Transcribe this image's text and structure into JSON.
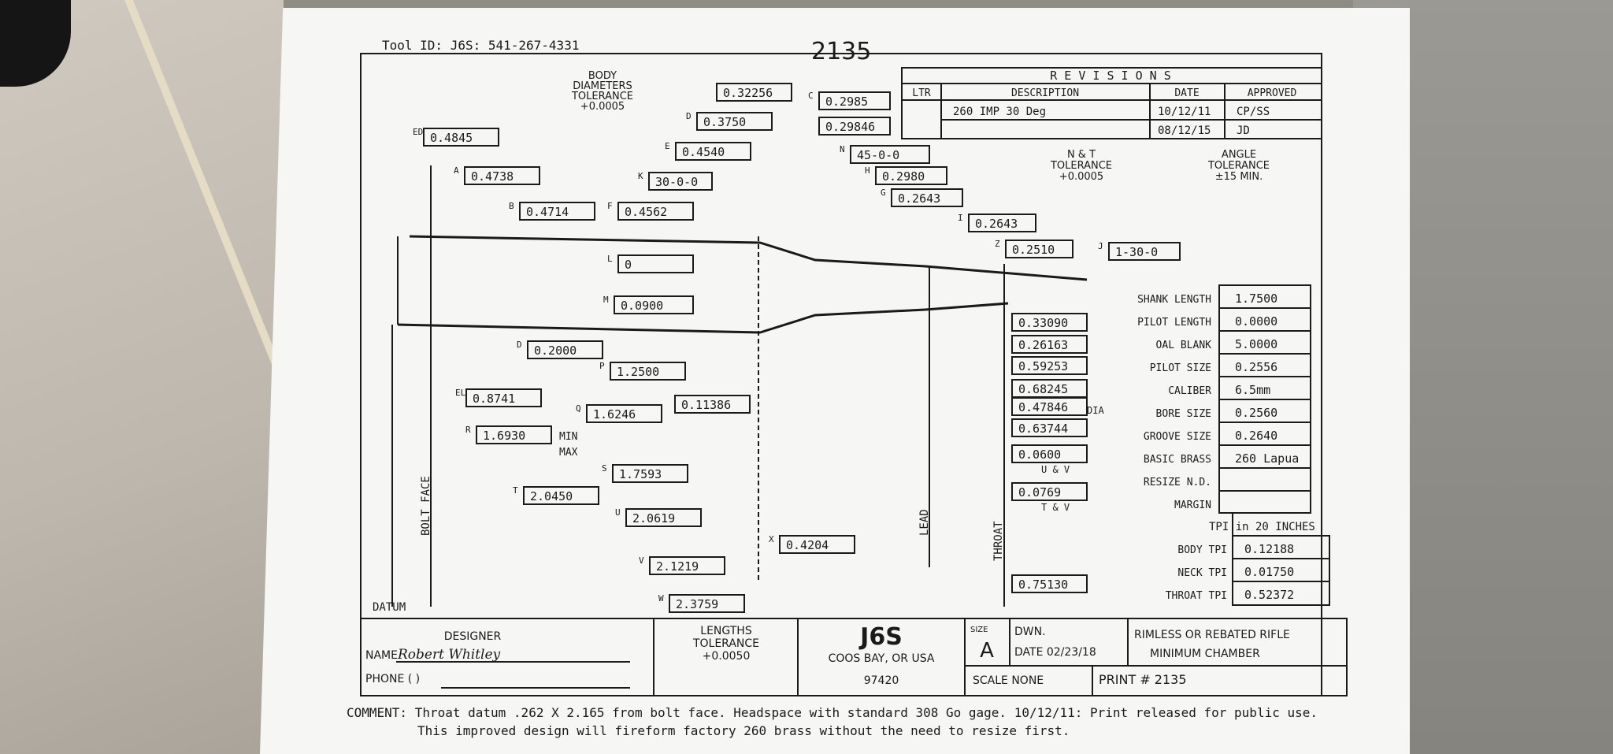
{
  "header": {
    "tool_id": "Tool ID: J6S: 541-267-4331",
    "print_no": "2135"
  },
  "body_tol": [
    "BODY",
    "DIAMETERS",
    "TOLERANCE",
    "+0.0005"
  ],
  "revisions": {
    "title": "R E V I S I O N S",
    "cols": [
      "LTR",
      "DESCRIPTION",
      "DATE",
      "APPROVED"
    ],
    "rows": [
      {
        "desc": "260 IMP 30 Deg",
        "date": "10/12/11",
        "appr": "CP/SS"
      },
      {
        "desc": "",
        "date": "08/12/15",
        "appr": "JD"
      }
    ]
  },
  "nt_tol": [
    "N & T",
    "TOLERANCE",
    "+0.0005"
  ],
  "angle_tol": [
    "ANGLE",
    "TOLERANCE",
    "±15 MIN."
  ],
  "dims": {
    "ED": "0.4845",
    "A": "0.4738",
    "B": "0.4714",
    "F": "0.4562",
    "K": "30-0-0",
    "E": "0.4540",
    "D": "0.3750",
    "top": "0.32256",
    "C": "0.2985",
    "C2": "0.29846",
    "N": "45-0-0",
    "H": "0.2980",
    "G": "0.2643",
    "I": "0.2643",
    "Z": "0.2510",
    "J": "1-30-0",
    "L": "0",
    "M": "0.0900",
    "P2": "0.2000",
    "P": "1.2500",
    "EL": "0.8741",
    "Q": "1.6246",
    "Qr": "0.11386",
    "R": "1.6930",
    "S": "1.7593",
    "T": "2.0450",
    "U": "2.0619",
    "X": "0.4204",
    "V": "2.1219",
    "W": "2.3759"
  },
  "right_dims": [
    "0.33090",
    "0.26163",
    "0.59253",
    "0.68245",
    "0.47846",
    "0.63744",
    "0.0600",
    "0.0769",
    "0.75130"
  ],
  "right_labels": {
    "dia": "DIA",
    "uv": "U & V",
    "tv": "T & V"
  },
  "letters": {
    "ED": "ED",
    "A": "A",
    "B": "B",
    "F": "F",
    "K": "K",
    "E": "E",
    "D": "D",
    "C": "C",
    "N": "N",
    "H": "H",
    "G": "G",
    "I": "I",
    "Z": "Z",
    "J": "J",
    "L": "L",
    "M": "M",
    "P2": "D",
    "P": "P",
    "EL": "EL",
    "Q": "Q",
    "R": "R",
    "S": "S",
    "T": "T",
    "U": "U",
    "X": "X",
    "V": "V",
    "W": "W"
  },
  "min_max": [
    "MIN",
    "MAX"
  ],
  "vlabels": {
    "bolt_face": "BOLT FACE",
    "lead": "LEAD",
    "throat": "THROAT",
    "datum": "DATUM"
  },
  "specs": [
    {
      "label": "SHANK LENGTH",
      "value": "1.7500"
    },
    {
      "label": "PILOT LENGTH",
      "value": "0.0000"
    },
    {
      "label": "OAL BLANK",
      "value": "5.0000"
    },
    {
      "label": "PILOT SIZE",
      "value": "0.2556"
    },
    {
      "label": "CALIBER",
      "value": "6.5mm"
    },
    {
      "label": "BORE SIZE",
      "value": "0.2560"
    },
    {
      "label": "GROOVE SIZE",
      "value": "0.2640"
    },
    {
      "label": "BASIC BRASS",
      "value": "260 Lapua"
    },
    {
      "label": "RESIZE N.D.",
      "value": ""
    },
    {
      "label": "MARGIN",
      "value": ""
    }
  ],
  "tpi": {
    "title": "TPI in 20 INCHES",
    "rows": [
      {
        "label": "BODY TPI",
        "value": "0.12188"
      },
      {
        "label": "NECK TPI",
        "value": "0.01750"
      },
      {
        "label": "THROAT TPI",
        "value": "0.52372"
      }
    ]
  },
  "title_block": {
    "designer": "DESIGNER",
    "name_label": "NAME",
    "name": "Robert Whitley",
    "phone": "PHONE (      )",
    "lengths": [
      "LENGTHS",
      "TOLERANCE",
      "+0.0050"
    ],
    "company": "J6S",
    "city": "COOS BAY, OR USA",
    "zip": "97420",
    "size_label": "SIZE",
    "size": "A",
    "dwn": "DWN.",
    "date": "DATE 02/23/18",
    "scale": "SCALE  NONE",
    "print": "PRINT # 2135",
    "desc": [
      "RIMLESS OR REBATED RIFLE",
      "MINIMUM CHAMBER"
    ]
  },
  "comment": [
    "COMMENT: Throat datum .262 X 2.165 from bolt face. Headspace with standard 308 Go gage. 10/12/11: Print released for public use.",
    "This improved design will fireform factory 260 brass without the need to resize first."
  ]
}
